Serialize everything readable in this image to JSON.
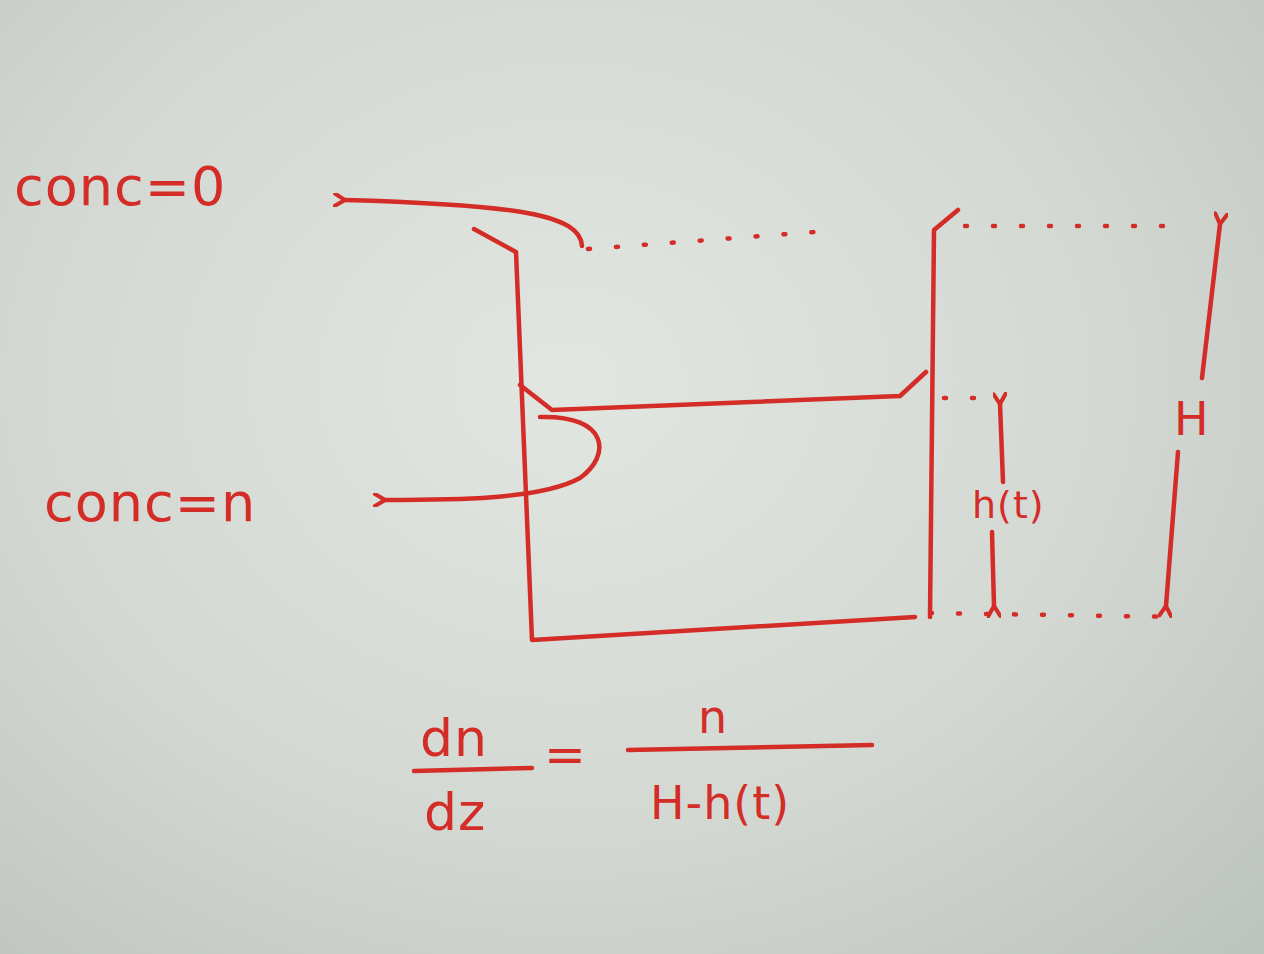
{
  "diagram": {
    "labels": [
      "conc=0",
      "conc=n",
      "h(t)",
      "H",
      "dn",
      "dz",
      "=",
      "n",
      "H-h(t)"
    ]
  }
}
